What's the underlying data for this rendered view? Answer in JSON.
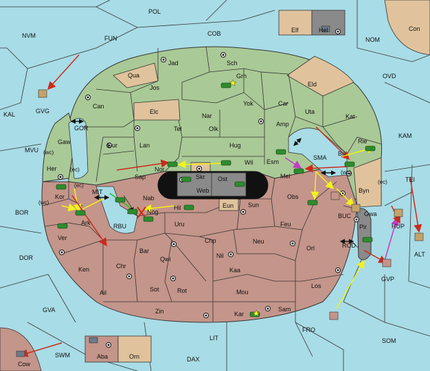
{
  "colors": {
    "sea": "#a8dce6",
    "green": "#a9c996",
    "red": "#c4958a",
    "neutral": "#e0c39c",
    "gray": "#8a8a8a",
    "black": "#111111",
    "arrow_red": "#cc2a1a",
    "arrow_yellow": "#f2f21a",
    "arrow_magenta": "#c23ac2",
    "arrow_green": "#1ec21e"
  },
  "labels": {
    "POL": "POL",
    "NVM": "NVM",
    "FUN": "FUN",
    "COB": "COB",
    "NOM": "NOM",
    "Elf": "Elf",
    "Hel": "Hel",
    "Con": "Con",
    "OVD": "OVD",
    "KAM": "KAM",
    "KAL": "KAL",
    "GVG": "GVG",
    "GOR": "GOR",
    "MVU": "MVU",
    "BOR": "BOR",
    "DOR": "DOR",
    "GVA": "GVA",
    "SWM": "SWM",
    "Cow": "Cow",
    "LIT": "LIT",
    "DAX": "DAX",
    "FRO": "FRO",
    "SOM": "SOM",
    "ALT": "ALT",
    "TEI": "TEI",
    "GVP": "GVP",
    "HUP": "HUP",
    "ROD": "ROD",
    "BUC": "BUC",
    "SMA": "SMA",
    "MIT": "MIT",
    "RBU": "RBU",
    "Jad": "Jad",
    "Sch": "Sch",
    "Qua": "Qua",
    "Grh": "Grh",
    "Jos": "Jos",
    "Eld": "Eld",
    "Can": "Can",
    "Yok": "Yok",
    "Car": "Car",
    "Uta": "Uta",
    "Elc": "Elc",
    "Nar": "Nar",
    "Kat": "Kat",
    "Tel": "Tel",
    "Olk": "Olk",
    "Amp": "Amp",
    "Gaw": "Gaw",
    "Gur": "Gur",
    "Lan": "Lan",
    "Hug": "Hug",
    "Bri": "Bri",
    "Rie": "Rie",
    "Esm": "Esm",
    "Wil": "Wil",
    "Her": "Her",
    "Nor": "Nor",
    "Skr": "Skr",
    "Sap": "Sap",
    "Ost": "Ost",
    "Web": "Web",
    "Mel": "Mel",
    "Byn": "Byn",
    "Kor": "Kor",
    "Nab": "Nab",
    "Eun": "Eun",
    "Obs": "Obs",
    "Hil": "Hil",
    "Sun": "Sun",
    "Ark": "Ark",
    "Nog": "Nog",
    "Gwa": "Gwa",
    "Uru": "Uru",
    "Feu": "Feu",
    "Pir": "Pir",
    "Ver": "Ver",
    "Chp": "Chp",
    "Neu": "Neu",
    "Orl": "Orl",
    "Bar": "Bar",
    "Qwi": "Qwi",
    "Nil": "Nil",
    "Ken": "Ken",
    "Chr": "Chr",
    "Kaa": "Kaa",
    "Ail": "Ail",
    "Sot": "Sot",
    "Rot": "Rot",
    "Los": "Los",
    "Mou": "Mou",
    "Zin": "Zin",
    "Sam": "Sam",
    "Kar": "Kar",
    "Aba": "Aba",
    "Orn": "Orn",
    "wc": "(wc)",
    "ec": "(ec)"
  }
}
